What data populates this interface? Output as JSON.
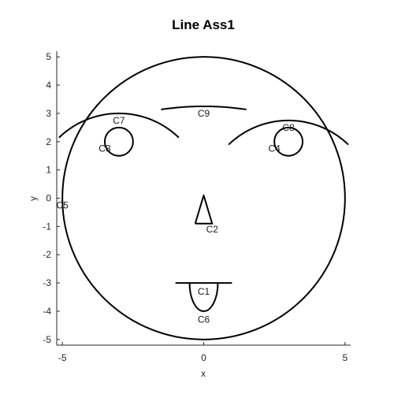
{
  "chart_data": {
    "type": "line",
    "title": "Line Ass1",
    "xlabel": "x",
    "ylabel": "y",
    "xlim": [
      -5.2,
      5.2
    ],
    "ylim": [
      -5.2,
      5.2
    ],
    "xticks": [
      -5,
      0,
      5
    ],
    "xtick_labels": [
      "-5",
      "0",
      "5"
    ],
    "yticks": [
      5,
      4,
      3,
      2,
      1,
      0,
      -1,
      -2,
      -3,
      -4,
      -5
    ],
    "ytick_labels": [
      "5",
      "4",
      "3",
      "2",
      "1",
      "0",
      "-1",
      "-2",
      "-3",
      "-4",
      "-5"
    ],
    "grid": false,
    "legend": "none",
    "color": "#000000",
    "curves": [
      {
        "name": "C1",
        "kind": "segment",
        "from": [
          -1,
          -3
        ],
        "to": [
          1,
          -3
        ],
        "label_at": [
          0,
          -3.3
        ]
      },
      {
        "name": "C2",
        "kind": "polyline",
        "points": [
          [
            -0.3,
            -0.9
          ],
          [
            0,
            0.1
          ],
          [
            0.3,
            -0.9
          ],
          [
            -0.3,
            -0.9
          ]
        ],
        "label_at": [
          0.3,
          -1.1
        ]
      },
      {
        "name": "C3",
        "kind": "circle",
        "center": [
          -3,
          2
        ],
        "radius": 0.5,
        "label_at": [
          -3.5,
          1.75
        ]
      },
      {
        "name": "C4",
        "kind": "circle",
        "center": [
          3,
          2
        ],
        "radius": 0.5,
        "label_at": [
          2.5,
          1.75
        ]
      },
      {
        "name": "C5",
        "kind": "circle",
        "center": [
          0,
          0
        ],
        "radius": 5,
        "label_at": [
          -5,
          -0.25
        ]
      },
      {
        "name": "C6",
        "kind": "semicircle-down",
        "center": [
          0,
          -3
        ],
        "radius": 0.5,
        "bottom_y": -4,
        "label_at": [
          0,
          -4.3
        ]
      },
      {
        "name": "C7",
        "kind": "arc",
        "center": [
          -3,
          -0.05
        ],
        "radius": 3.05,
        "from_angle_deg": 46,
        "to_angle_deg": 134,
        "label_at": [
          -3,
          2.75
        ]
      },
      {
        "name": "C8",
        "kind": "arc",
        "center": [
          3,
          -0.3
        ],
        "radius": 3.05,
        "from_angle_deg": 46,
        "to_angle_deg": 134,
        "label_at": [
          3,
          2.5
        ]
      },
      {
        "name": "C9",
        "kind": "arc",
        "center": [
          0,
          -6.95
        ],
        "radius": 10.2,
        "from_angle_deg": 81.5,
        "to_angle_deg": 98.5,
        "label_at": [
          0,
          3
        ]
      }
    ]
  }
}
